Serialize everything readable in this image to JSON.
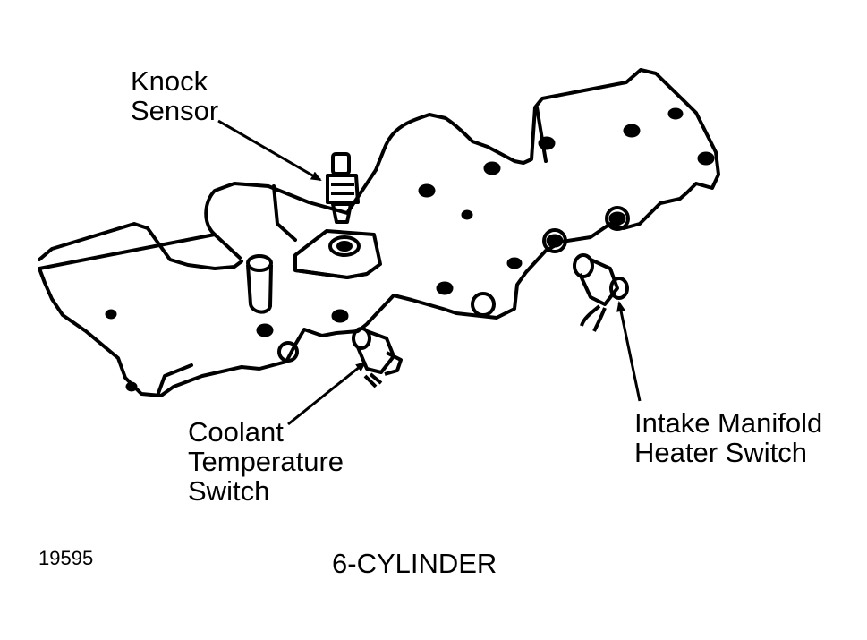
{
  "labels": {
    "knock_sensor": [
      "Knock",
      "Sensor"
    ],
    "coolant_temperature_switch": [
      "Coolant",
      "Temperature",
      "Switch"
    ],
    "intake_manifold_heater_switch": [
      "Intake Manifold",
      "Heater Switch"
    ]
  },
  "figure_number": "19595",
  "caption": "6-CYLINDER",
  "colors": {
    "line": "#000000",
    "background": "#ffffff"
  }
}
